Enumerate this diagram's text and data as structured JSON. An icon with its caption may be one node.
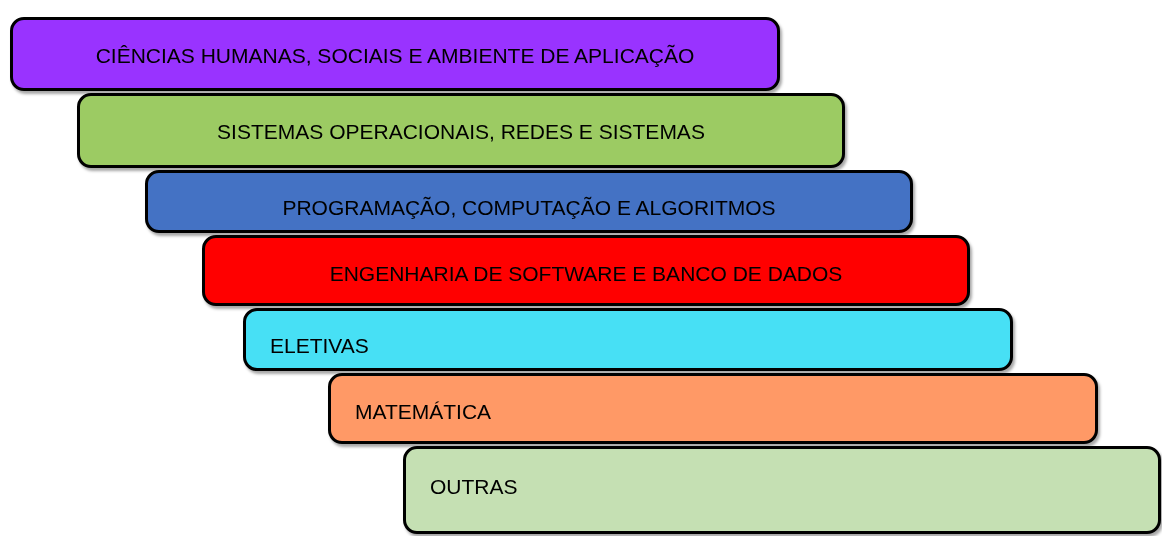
{
  "diagram": {
    "nodes": [
      {
        "text": [
          "CIÊNCIAS HUMANAS, SOCIAIS E AMBIENTE DE APLICAÇÃO"
        ]
      },
      {
        "text": [
          "SISTEMAS OPERACIONAIS, REDES E SISTEMAS"
        ]
      },
      {
        "text": [
          "PROGRAMAÇÃO, COMPUTAÇÃO E ALGORITMOS"
        ]
      },
      {
        "text": [
          "ENGENHARIA DE SOFTWARE E BANCO DE DADOS"
        ]
      },
      {
        "text": [
          "ELETIVAS"
        ]
      },
      {
        "text": [
          "MATEMÁTICA"
        ]
      },
      {
        "text": [
          "OUTRAS"
        ]
      }
    ]
  }
}
